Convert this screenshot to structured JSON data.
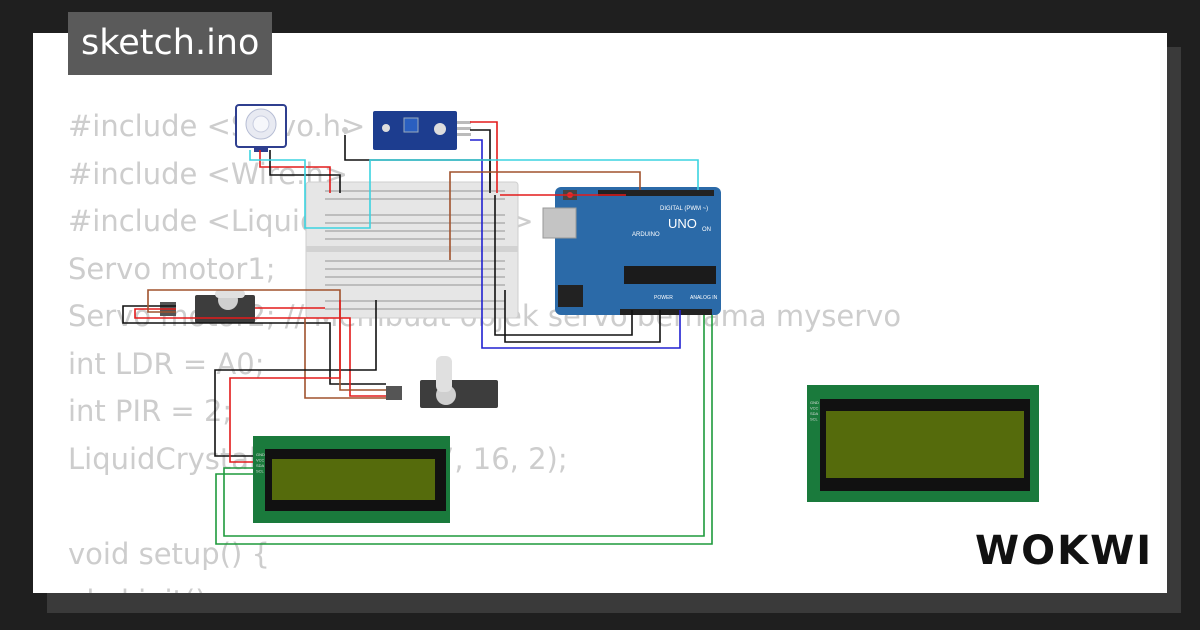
{
  "title": "sketch.ino",
  "brand": "WOKWI",
  "code_lines": [
    "#include <Servo.h>",
    "#include <Wire.h>",
    "#include <LiquidCrystal_I2C.h>",
    "Servo motor1;",
    "Servo motor2; // Membuat objek servo bernama myservo",
    "int LDR = A0;",
    "int PIR = 2;",
    "LiquidCrystal_I2C lcd(0x27, 16, 2);",
    "",
    "void setup() {",
    "  lcd.init();"
  ],
  "board": {
    "name": "UNO",
    "maker": "ARDUINO",
    "digital_label": "DIGITAL (PWM ~)",
    "power_label": "POWER",
    "analog_label": "ANALOG IN",
    "on_label": "ON"
  },
  "lcd_pins": [
    "GND",
    "VCC",
    "SDA",
    "SCL"
  ],
  "colors": {
    "board": "#2b6aa8",
    "lcd_frame": "#1a7a3c",
    "lcd_screen": "#556b0c",
    "wire_red": "#e31b1b",
    "wire_black": "#111111",
    "wire_brown": "#a0522d",
    "wire_cyan": "#3bd3e0",
    "wire_green": "#1e9a3c",
    "wire_blue": "#2020d0"
  }
}
